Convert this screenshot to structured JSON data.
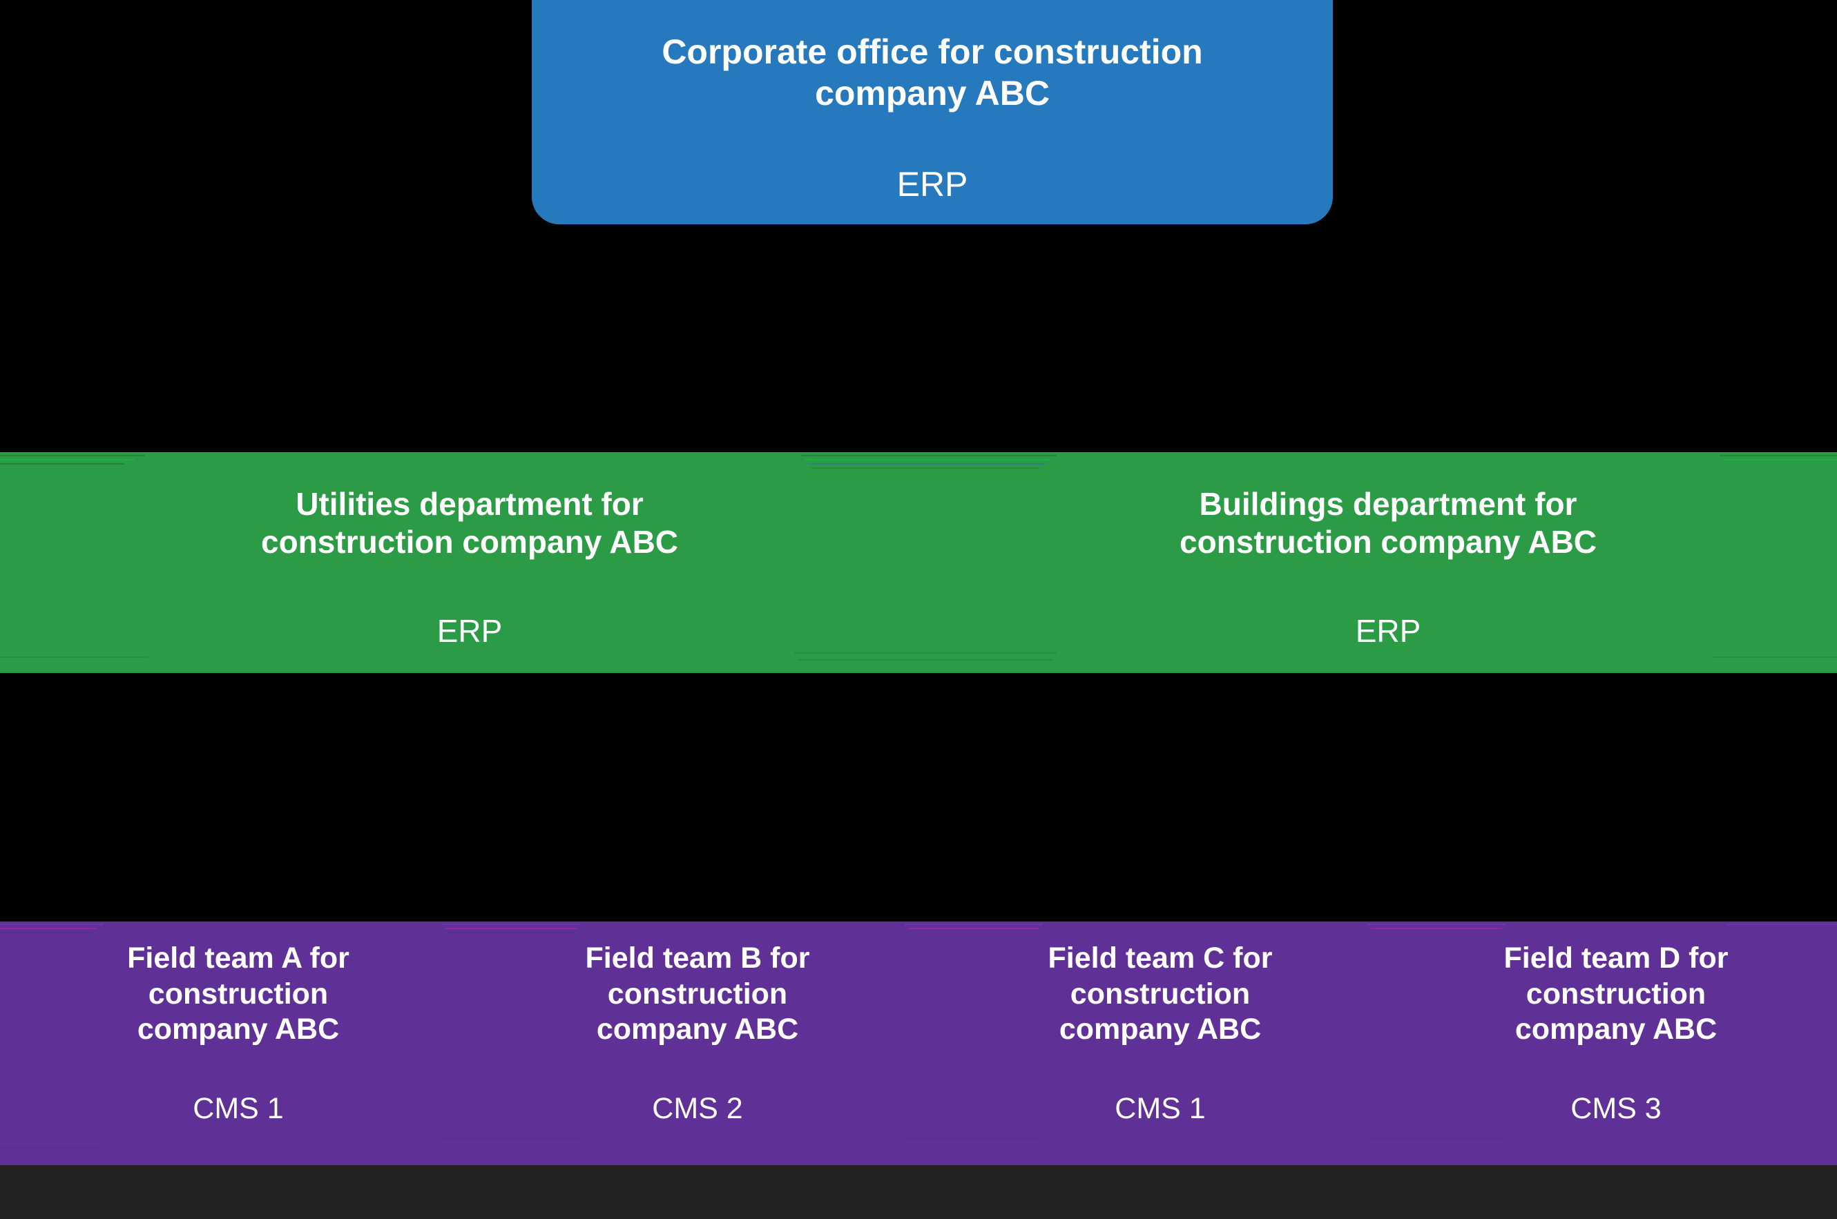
{
  "diagram": {
    "background_color": "#000000",
    "bottom_strip_color": "#222222",
    "tiers": [
      {
        "name": "corporate",
        "color": "#2779bd",
        "nodes": [
          {
            "title": "Corporate office for construction\ncompany ABC",
            "system": "ERP"
          }
        ]
      },
      {
        "name": "departments",
        "color": "#2b9b46",
        "nodes": [
          {
            "title": "Utilities department for\nconstruction company ABC",
            "system": "ERP"
          },
          {
            "title": "Buildings department for\nconstruction company ABC",
            "system": "ERP"
          }
        ]
      },
      {
        "name": "field-teams",
        "color": "#5f3096",
        "nodes": [
          {
            "title": "Field team A for\nconstruction\ncompany ABC",
            "system": "CMS 1"
          },
          {
            "title": "Field team B for\nconstruction\ncompany ABC",
            "system": "CMS 2"
          },
          {
            "title": "Field team C for\nconstruction\ncompany ABC",
            "system": "CMS 1"
          },
          {
            "title": "Field team D for\nconstruction\ncompany ABC",
            "system": "CMS 3"
          }
        ]
      }
    ]
  }
}
